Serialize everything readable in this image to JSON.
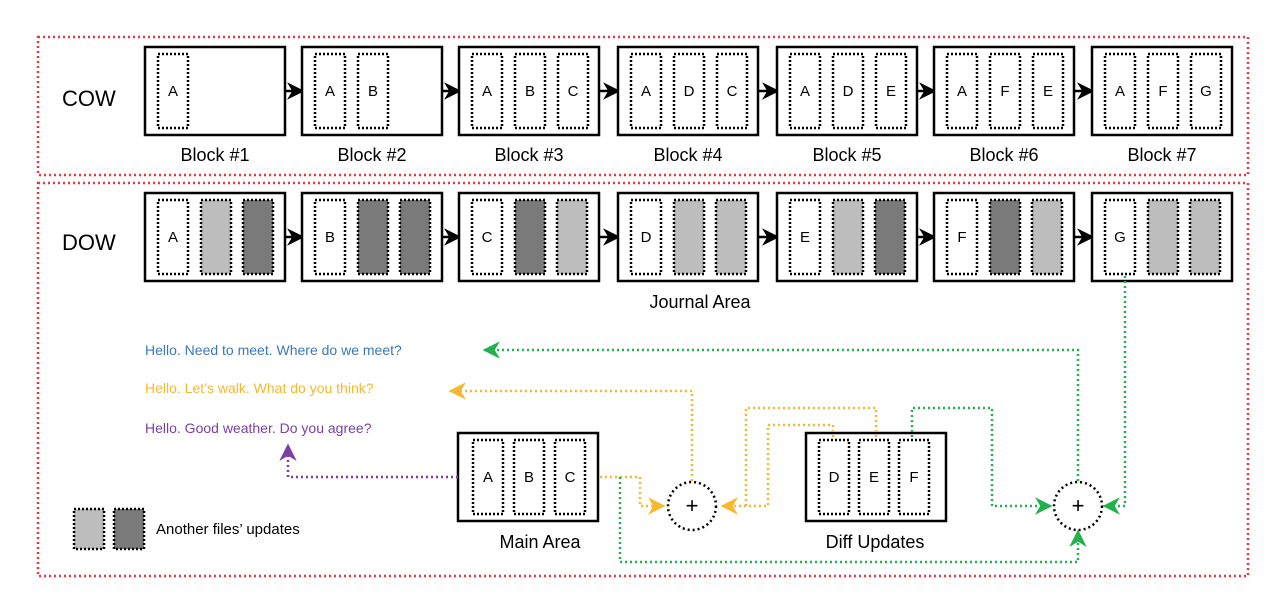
{
  "rows": {
    "cow": {
      "label": "COW",
      "blocks": [
        {
          "caption": "Block #1",
          "slots": [
            "A"
          ]
        },
        {
          "caption": "Block #2",
          "slots": [
            "A",
            "B"
          ]
        },
        {
          "caption": "Block #3",
          "slots": [
            "A",
            "B",
            "C"
          ]
        },
        {
          "caption": "Block #4",
          "slots": [
            "A",
            "D",
            "C"
          ]
        },
        {
          "caption": "Block #5",
          "slots": [
            "A",
            "D",
            "E"
          ]
        },
        {
          "caption": "Block #6",
          "slots": [
            "A",
            "F",
            "E"
          ]
        },
        {
          "caption": "Block #7",
          "slots": [
            "A",
            "F",
            "G"
          ]
        }
      ]
    },
    "dow": {
      "label": "DOW",
      "caption": "Journal Area",
      "blocks": [
        {
          "letter": "A",
          "shades": [
            "light",
            "dark"
          ]
        },
        {
          "letter": "B",
          "shades": [
            "dark",
            "dark"
          ]
        },
        {
          "letter": "C",
          "shades": [
            "dark",
            "light"
          ]
        },
        {
          "letter": "D",
          "shades": [
            "light",
            "light"
          ]
        },
        {
          "letter": "E",
          "shades": [
            "light",
            "dark"
          ]
        },
        {
          "letter": "F",
          "shades": [
            "dark",
            "light"
          ]
        },
        {
          "letter": "G",
          "shades": [
            "light",
            "light"
          ]
        }
      ]
    }
  },
  "messages": {
    "blue": "Hello. Need to meet. Where do we meet?",
    "yellow": "Hello. Let’s walk. What do you think?",
    "purple": "Hello. Good weather. Do you agree?"
  },
  "main_area": {
    "label": "Main Area",
    "slots": [
      "A",
      "B",
      "C"
    ]
  },
  "diff_updates": {
    "label": "Diff Updates",
    "slots": [
      "D",
      "E",
      "F"
    ]
  },
  "plus_symbol": "+",
  "legend": {
    "label": "Another files’ updates"
  },
  "colors": {
    "frame_red": "#e8383d",
    "light_gray": "#bdbdbd",
    "dark_gray": "#7a7a7a",
    "blue_text": "#3b78b8",
    "yellow": "#f5b82e",
    "purple": "#7a3fa6",
    "green": "#22b14c"
  }
}
